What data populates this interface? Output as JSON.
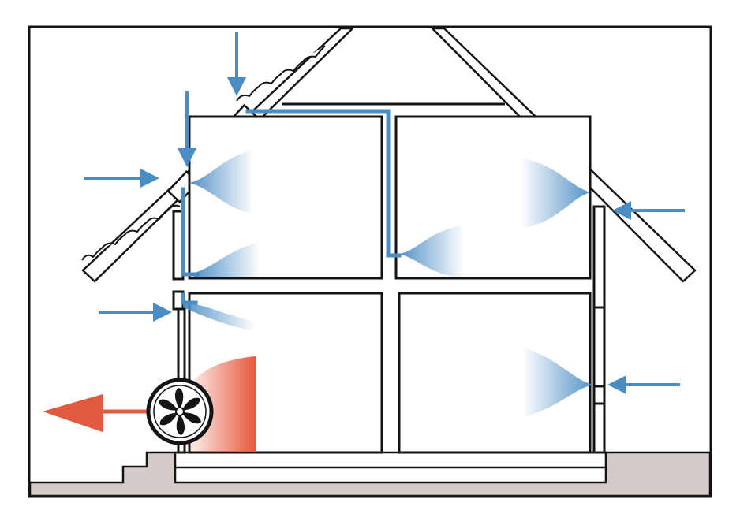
{
  "diagram": {
    "colors": {
      "outline": "#141414",
      "fresh_air": "#4a8cc4",
      "fresh_air_light": "#9cc3e6",
      "exhaust_air": "#e05a40",
      "exhaust_air_light": "#f3a08c",
      "ground": "#d2cbc8",
      "background": "#ffffff"
    },
    "rooms": [
      "upper-left",
      "upper-right",
      "lower-left",
      "lower-right"
    ],
    "inlets": [
      "roof-upper-vent",
      "roof-lower-vent",
      "gable-right-vent",
      "wall-left-vent",
      "wall-right-vent"
    ],
    "icons": {
      "fan": "fan-icon",
      "intake": "arrow-right-icon",
      "exhaust": "arrow-left-icon"
    }
  }
}
